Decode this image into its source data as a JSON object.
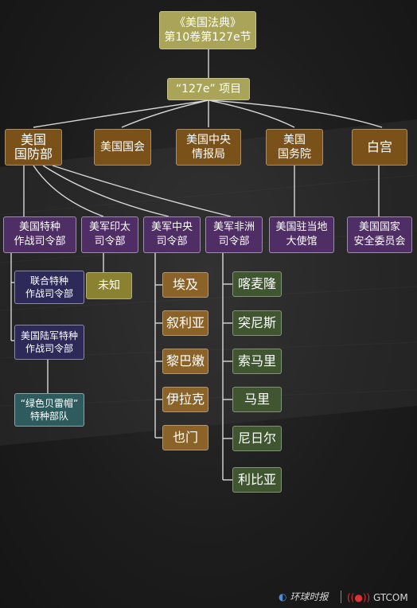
{
  "top": {
    "line1": "《美国法典》",
    "line2": "第10卷第127e节"
  },
  "project": "“127e” 项目",
  "level1": {
    "dod": "美国\n国防部",
    "congress": "美国国会",
    "cia": "美国中央\n情报局",
    "state": "美国\n国务院",
    "whitehouse": "白宫"
  },
  "level2": {
    "socom": "美国特种\n作战司令部",
    "indopacom": "美军印太\n司令部",
    "centcom": "美军中央\n司令部",
    "africom": "美军非洲\n司令部",
    "embassy": "美国驻当地\n大使馆",
    "nsc": "美国国家\n安全委员会"
  },
  "socom_children": {
    "jsoc": "联合特种\n作战司令部",
    "army_soc": "美国陆军特种\n作战司令部",
    "green_berets": "“绿色贝雷帽”\n特种部队"
  },
  "indopacom_children": [
    "未知"
  ],
  "centcom_children": [
    "埃及",
    "叙利亚",
    "黎巴嫩",
    "伊拉克",
    "也门"
  ],
  "africom_children": [
    "喀麦隆",
    "突尼斯",
    "索马里",
    "马里",
    "尼日尔",
    "利比亚"
  ],
  "footer": {
    "logo1": "环球时报",
    "logo2": "GTCOM"
  },
  "colors": {
    "line": "#d8d8d8",
    "olive": "#8a8231",
    "brown": "#7a5219",
    "purple": "#4e2e64",
    "navy": "#2d2a59",
    "teal": "#2e5b5e",
    "tan": "#8b6228",
    "green": "#3f5630"
  }
}
